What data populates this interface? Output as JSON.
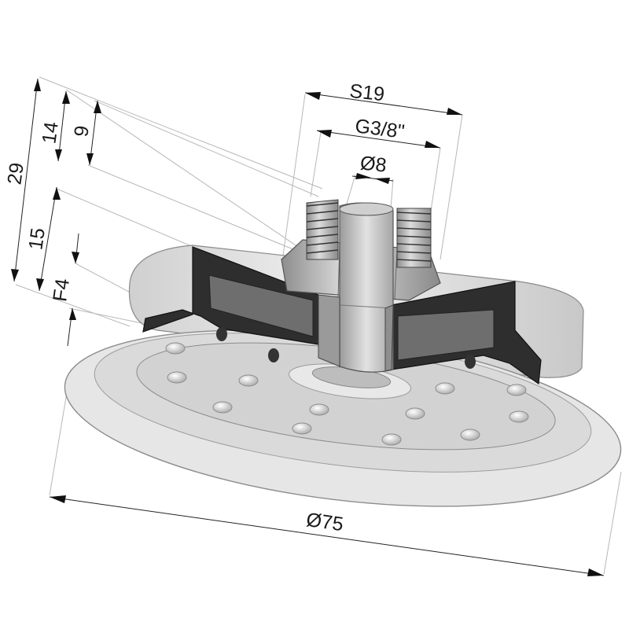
{
  "diagram": {
    "subject": "suction-cup-cutaway",
    "dimensions": {
      "hex_size": "S19",
      "thread": "G3/8\"",
      "bore": "Ø8",
      "cup_diameter": "Ø75",
      "overall_height": "29",
      "upper_height": "14",
      "thread_length": "9",
      "lower_height": "15",
      "lip_height": "F4"
    }
  },
  "colors": {
    "rubber_dark": "#333333",
    "rubber_mid": "#6e6e6e",
    "body_light": "#e4e4e4",
    "metal": "#b5b5b5"
  }
}
